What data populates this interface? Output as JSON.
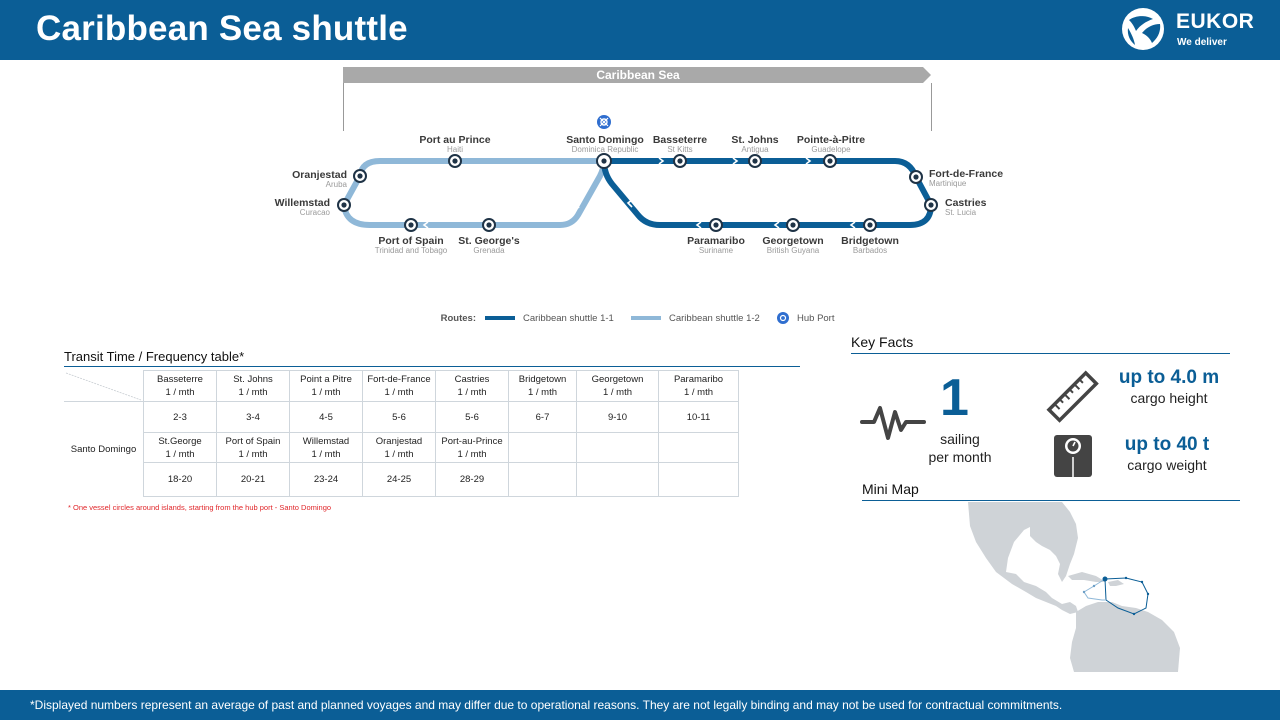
{
  "header": {
    "title": "Caribbean Sea shuttle",
    "logo_name": "EUKOR",
    "logo_tagline": "We deliver"
  },
  "diagram": {
    "banner": "Caribbean Sea",
    "ports": [
      {
        "name": "Santo Domingo",
        "country": "Dominica Republic",
        "route": "hub"
      },
      {
        "name": "Basseterre",
        "country": "St Kitts",
        "route": "1-1"
      },
      {
        "name": "St. Johns",
        "country": "Antigua",
        "route": "1-1"
      },
      {
        "name": "Pointe-à-Pitre",
        "country": "Guadelope",
        "route": "1-1"
      },
      {
        "name": "Fort-de-France",
        "country": "Martinique",
        "route": "1-1"
      },
      {
        "name": "Castries",
        "country": "St. Lucia",
        "route": "1-1"
      },
      {
        "name": "Bridgetown",
        "country": "Barbados",
        "route": "1-1"
      },
      {
        "name": "Georgetown",
        "country": "British Guyana",
        "route": "1-1"
      },
      {
        "name": "Paramaribo",
        "country": "Suriname",
        "route": "1-1"
      },
      {
        "name": "Port au Prince",
        "country": "Haiti",
        "route": "1-2"
      },
      {
        "name": "Oranjestad",
        "country": "Aruba",
        "route": "1-2"
      },
      {
        "name": "Willemstad",
        "country": "Curacao",
        "route": "1-2"
      },
      {
        "name": "Port of Spain",
        "country": "Trinidad and Tobago",
        "route": "1-2"
      },
      {
        "name": "St. George's",
        "country": "Grenada",
        "route": "1-2"
      }
    ],
    "legend": {
      "title": "Routes:",
      "route1": "Caribbean shuttle 1-1",
      "route2": "Caribbean shuttle 1-2",
      "hub": "Hub Port"
    },
    "colors": {
      "route1": "#0b5e96",
      "route2": "#8fb8d8",
      "hub": "#2f6ecf",
      "banner": "#a9a9a9"
    }
  },
  "table": {
    "title": "Transit Time / Frequency table*",
    "origin": "Santo Domingo",
    "row1_dest": [
      {
        "name": "Basseterre",
        "freq": "1 / mth",
        "days": "2-3"
      },
      {
        "name": "St. Johns",
        "freq": "1 / mth",
        "days": "3-4"
      },
      {
        "name": "Point a Pitre",
        "freq": "1 / mth",
        "days": "4-5"
      },
      {
        "name": "Fort-de-France",
        "freq": "1 / mth",
        "days": "5-6"
      },
      {
        "name": "Castries",
        "freq": "1 / mth",
        "days": "5-6"
      },
      {
        "name": "Bridgetown",
        "freq": "1 / mth",
        "days": "6-7"
      },
      {
        "name": "Georgetown",
        "freq": "1 / mth",
        "days": "9-10"
      },
      {
        "name": "Paramaribo",
        "freq": "1 / mth",
        "days": "10-11"
      }
    ],
    "row2_dest": [
      {
        "name": "St.George",
        "freq": "1 / mth",
        "days": "18-20"
      },
      {
        "name": "Port of Spain",
        "freq": "1 / mth",
        "days": "20-21"
      },
      {
        "name": "Willemstad",
        "freq": "1 / mth",
        "days": "23-24"
      },
      {
        "name": "Oranjestad",
        "freq": "1 / mth",
        "days": "24-25"
      },
      {
        "name": "Port-au-Prince",
        "freq": "1 / mth",
        "days": "28-29"
      }
    ],
    "note": "* One vessel circles around islands, starting from the hub port - Santo Domingo"
  },
  "key_facts": {
    "title": "Key Facts",
    "sailing_number": "1",
    "sailing_label": "sailing",
    "sailing_unit": "per month",
    "height_value": "up to 4.0 m",
    "height_label": "cargo height",
    "weight_value": "up to 40 t",
    "weight_label": "cargo weight",
    "icons": [
      "pulse-icon",
      "ruler-icon",
      "scale-icon"
    ]
  },
  "mini_map": {
    "title": "Mini Map"
  },
  "footer": {
    "text": "*Displayed numbers represent  an average of past and planned voyages and may differ due to operational reasons. They are not legally binding and may not be used for contractual commitments."
  }
}
